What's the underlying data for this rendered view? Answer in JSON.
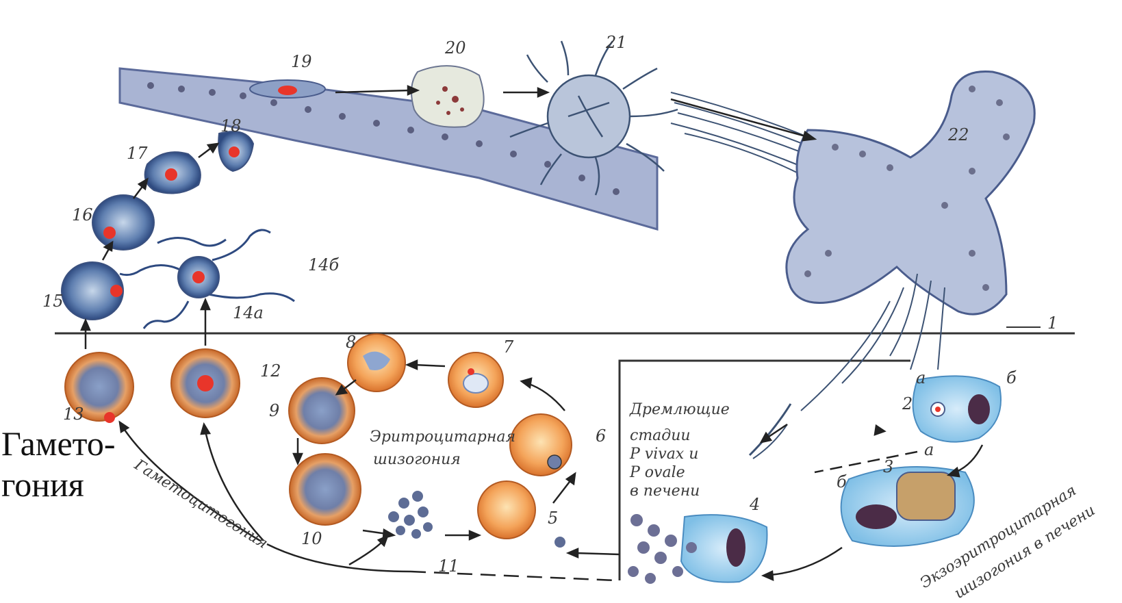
{
  "labels": {
    "n1": "1",
    "n2": "2",
    "n3": "3",
    "n4": "4",
    "n5": "5",
    "n6": "6",
    "n7": "7",
    "n8": "8",
    "n9": "9",
    "n10": "10",
    "n11": "11",
    "n12": "12",
    "n13": "13",
    "n14a": "14а",
    "n14b": "14б",
    "n15": "15",
    "n16": "16",
    "n17": "17",
    "n18": "18",
    "n19": "19",
    "n20": "20",
    "n21": "21",
    "n22": "22",
    "a_top": "а",
    "b_top": "б",
    "a_mid": "а",
    "b_mid": "б"
  },
  "captions": {
    "erythro_1": "Эритроцитарная",
    "erythro_2": "шизогония",
    "dormant_1": "Дремлющие",
    "dormant_2": "стадии",
    "dormant_3": "P vivax  и",
    "dormant_4": "P ovale",
    "dormant_5": "в  печени",
    "gametocyto": "Гаметоцитогония",
    "exo_1": "Экзоэритроцитарная",
    "exo_2": "шизогония  в  печени"
  },
  "side_title": {
    "line1": "Гамето-",
    "line2": "гония"
  }
}
